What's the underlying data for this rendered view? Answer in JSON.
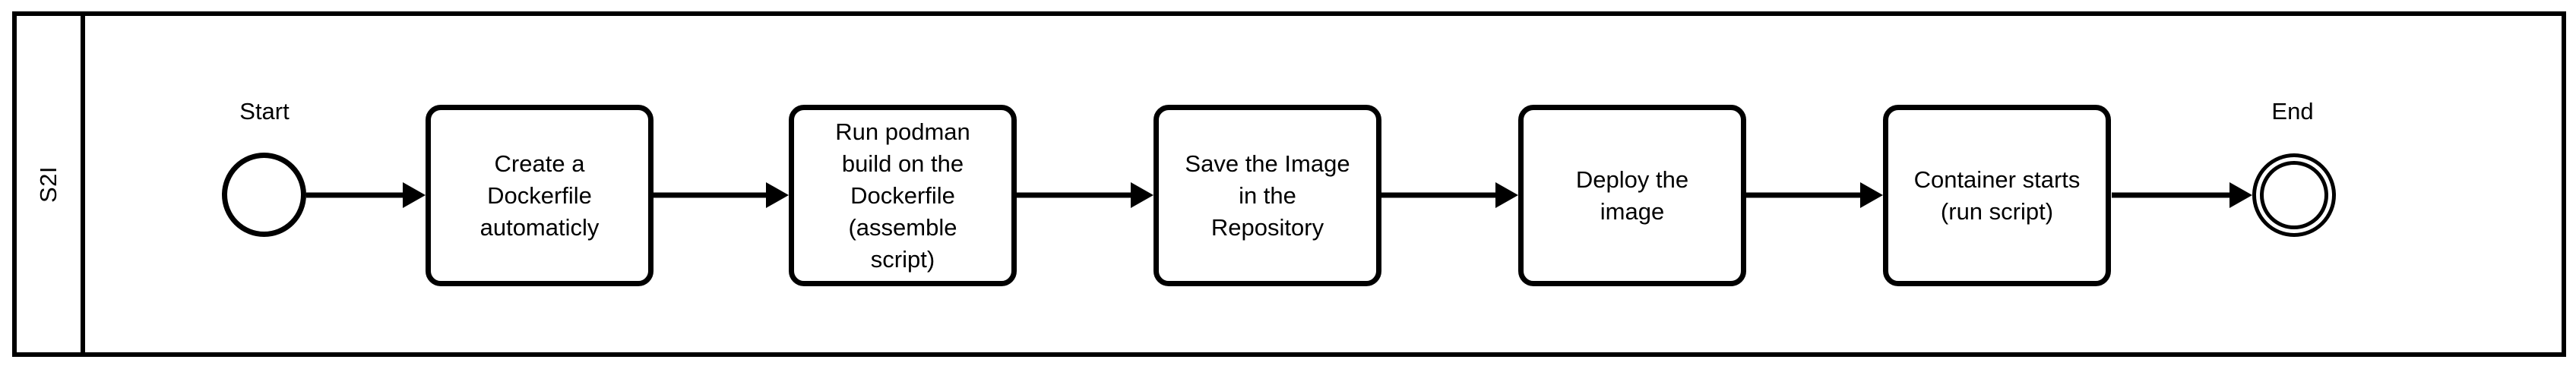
{
  "diagram": {
    "lane_label": "S2I",
    "start_event_label": "Start",
    "end_event_label": "End",
    "tasks": [
      {
        "label": "Create a\nDockerfile\nautomaticly"
      },
      {
        "label": "Run podman\nbuild on the\nDockerfile\n(assemble\nscript)"
      },
      {
        "label": "Save the Image\nin the\nRepository"
      },
      {
        "label": "Deploy the\nimage"
      },
      {
        "label": "Container starts\n(run script)"
      }
    ],
    "colors": {
      "stroke": "#000000",
      "fill": "#ffffff"
    }
  }
}
